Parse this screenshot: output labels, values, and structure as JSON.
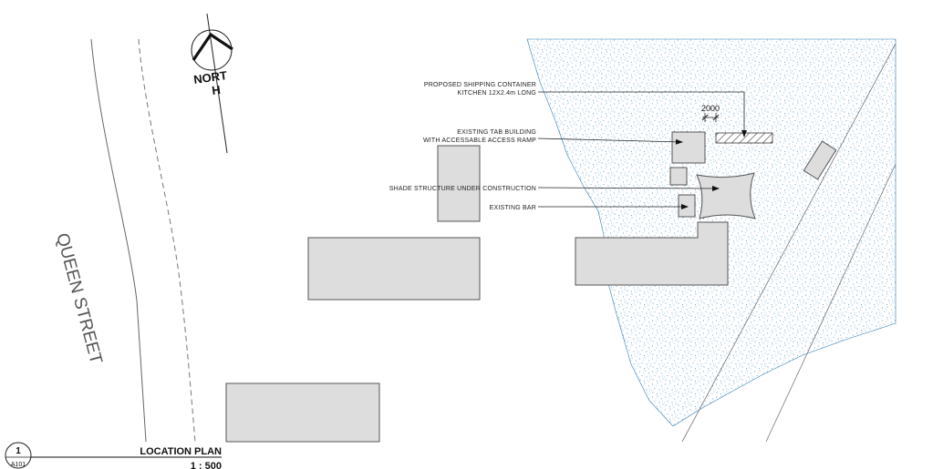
{
  "labels": {
    "container": "PROPOSED SHIPPING CONTAINER",
    "container_2": "KITCHEN 12X2.4m LONG",
    "tab": "EXISTING TAB BUILDING",
    "tab_2": "WITH ACCESSABLE ACCESS RAMP",
    "shade": "SHADE STRUCTURE UNDER CONSTRUCTION",
    "bar": "EXISTING BAR",
    "dimension": "2000"
  },
  "street": "QUEEN STREET",
  "north": {
    "line1": "NORT",
    "line2": "H"
  },
  "title_block": {
    "number": "1",
    "sheet": "A101",
    "title": "LOCATION PLAN",
    "scale": "1 : 500"
  }
}
